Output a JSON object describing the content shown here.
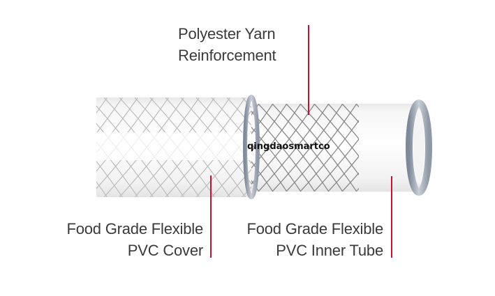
{
  "title": "PVC hose layer diagram",
  "labels": {
    "reinforcement": {
      "line1": "Polyester Yarn",
      "line2": "Reinforcement"
    },
    "cover": {
      "line1": "Food Grade Flexible",
      "line2": "PVC Cover"
    },
    "inner_tube": {
      "line1": "Food Grade Flexible",
      "line2": "PVC Inner Tube"
    }
  },
  "watermark": "qingdaosmartco",
  "colors": {
    "leader_line": "#c8102e",
    "text": "#3a3a3a",
    "ring": "#9aa3b0",
    "braid": "#a8a8a8"
  }
}
